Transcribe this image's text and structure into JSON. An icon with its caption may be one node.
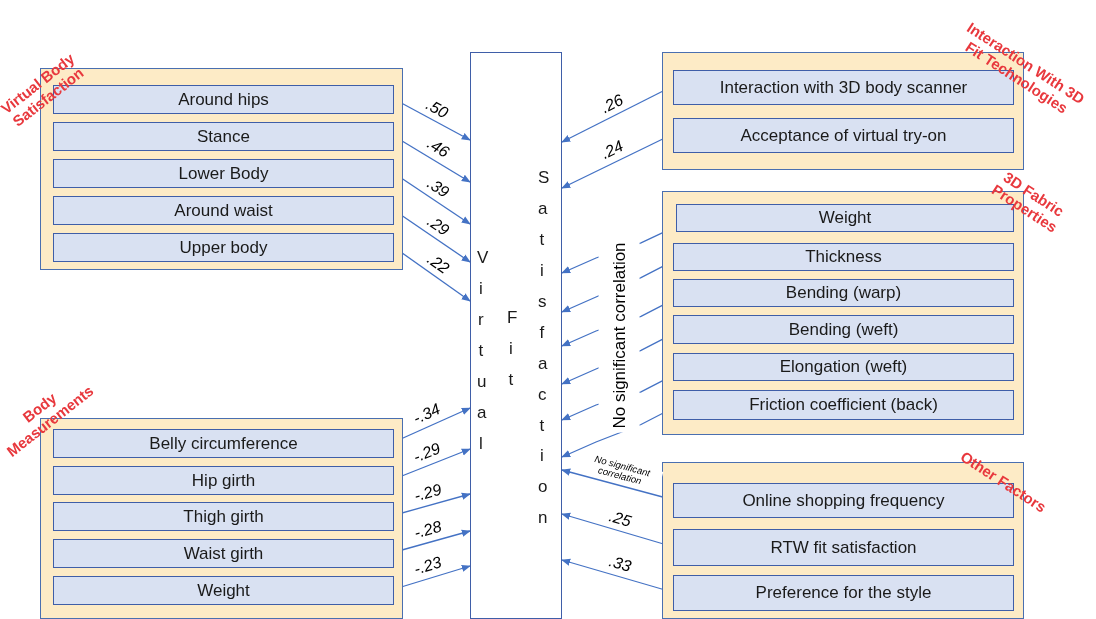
{
  "diagram": {
    "nodes": [
      {
        "text": [
          "Virtual Body Satisfaction"
        ]
      },
      {
        "text": [
          "Around hips"
        ],
        "in": 0
      },
      {
        "text": [
          "Stance"
        ],
        "in": 0
      },
      {
        "text": [
          "Lower Body"
        ],
        "in": 0
      },
      {
        "text": [
          "Around waist"
        ],
        "in": 0
      },
      {
        "text": [
          "Upper body"
        ],
        "in": 0
      },
      {
        "text": [
          "Body Measurements"
        ]
      },
      {
        "text": [
          "Belly circumference"
        ],
        "in": 6
      },
      {
        "text": [
          "Hip girth"
        ],
        "in": 6
      },
      {
        "text": [
          "Thigh girth"
        ],
        "in": 6
      },
      {
        "text": [
          "Waist girth"
        ],
        "in": 6
      },
      {
        "text": [
          "Weight"
        ],
        "in": 6
      },
      {
        "text": [
          "Virtual",
          "Fit",
          "Satisfaction"
        ]
      },
      {
        "text": [
          "Interaction With 3D Fit Technologies"
        ]
      },
      {
        "text": [
          "Interaction with 3D body scanner"
        ],
        "in": 13
      },
      {
        "text": [
          "Acceptance of virtual try-on"
        ],
        "in": 13
      },
      {
        "text": [
          "3D Fabric Properties"
        ]
      },
      {
        "text": [
          "Weight"
        ],
        "in": 16
      },
      {
        "text": [
          "Thickness"
        ],
        "in": 16
      },
      {
        "text": [
          "Bending (warp)"
        ],
        "in": 16
      },
      {
        "text": [
          "Bending (weft)"
        ],
        "in": 16
      },
      {
        "text": [
          "Elongation (weft)"
        ],
        "in": 16
      },
      {
        "text": [
          "Friction coefficient (back)"
        ],
        "in": 16
      },
      {
        "text": [
          "Other Factors"
        ]
      },
      {
        "text": [
          "Online shopping frequency"
        ],
        "in": 23
      },
      {
        "text": [
          "RTW fit satisfaction"
        ],
        "in": 23
      },
      {
        "text": [
          "Preference for the style"
        ],
        "in": 23
      }
    ],
    "edges": [
      {
        "from": 1,
        "to": 12,
        "arrow": "to",
        "label": ".50"
      },
      {
        "from": 2,
        "to": 12,
        "arrow": "to",
        "label": ".46"
      },
      {
        "from": 3,
        "to": 12,
        "arrow": "to",
        "label": ".39"
      },
      {
        "from": 4,
        "to": 12,
        "arrow": "to",
        "label": ".29"
      },
      {
        "from": 5,
        "to": 12,
        "arrow": "to",
        "label": ".22"
      },
      {
        "from": 7,
        "to": 12,
        "arrow": "to",
        "label": "-.34"
      },
      {
        "from": 8,
        "to": 12,
        "arrow": "to",
        "label": "-.29"
      },
      {
        "from": 9,
        "to": 12,
        "arrow": "to",
        "label": "-.29"
      },
      {
        "from": 10,
        "to": 12,
        "arrow": "to",
        "label": "-.28"
      },
      {
        "from": 11,
        "to": 12,
        "arrow": "to",
        "label": "-.23"
      },
      {
        "from": 14,
        "to": 12,
        "arrow": "to",
        "label": ".26"
      },
      {
        "from": 15,
        "to": 12,
        "arrow": "to",
        "label": ".24"
      },
      {
        "from": 17,
        "to": 12,
        "arrow": "to"
      },
      {
        "from": 18,
        "to": 12,
        "arrow": "to"
      },
      {
        "from": 19,
        "to": 12,
        "arrow": "to"
      },
      {
        "from": 20,
        "to": 12,
        "arrow": "to"
      },
      {
        "from": 21,
        "to": 12,
        "arrow": "to"
      },
      {
        "from": 22,
        "to": 12,
        "arrow": "to"
      },
      {
        "from": 24,
        "to": 12,
        "arrow": "to",
        "label": "No significant correlation"
      },
      {
        "from": 25,
        "to": 12,
        "arrow": "to",
        "label": ".25"
      },
      {
        "from": 26,
        "to": 12,
        "arrow": "to",
        "label": ".33"
      }
    ],
    "labels": [
      "No significant correlation"
    ]
  }
}
